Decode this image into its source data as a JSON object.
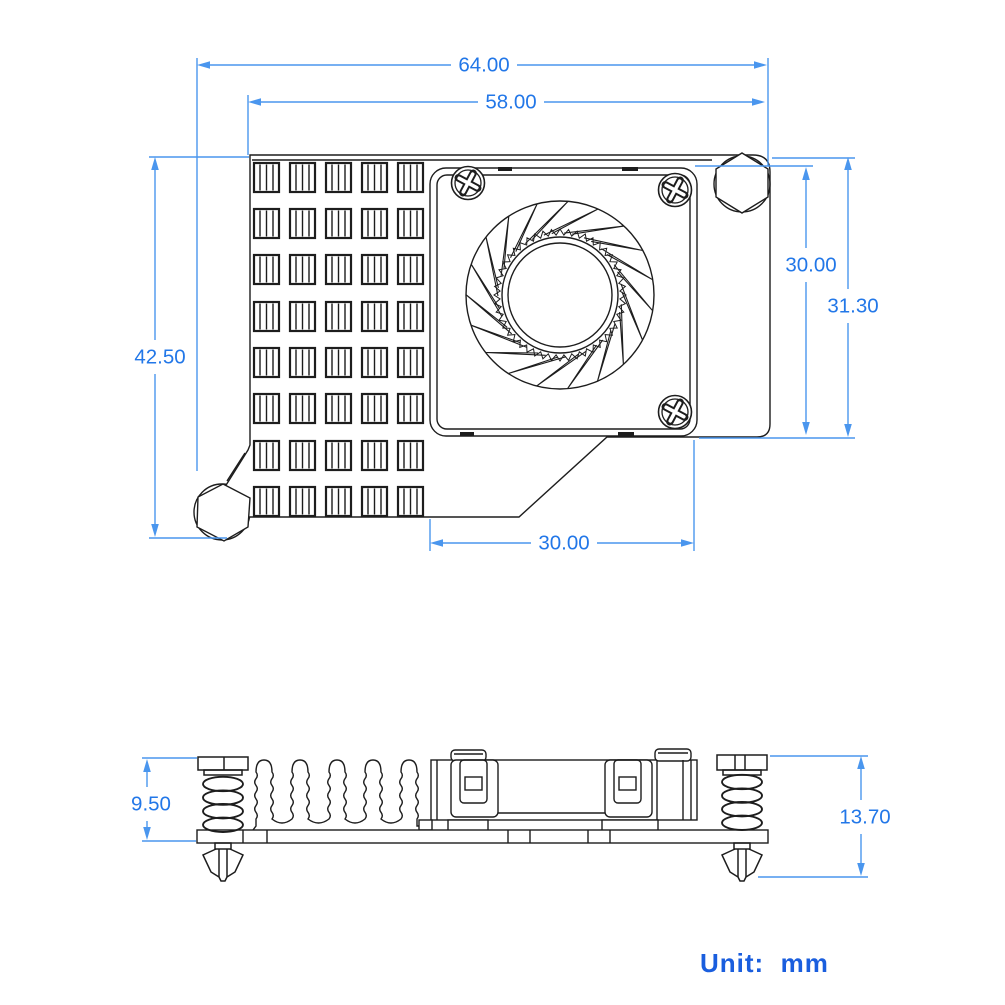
{
  "drawing": {
    "unit_label": "Unit:  mm",
    "dimensions": {
      "overall_width_mm": "64.00",
      "heatsink_width_mm": "58.00",
      "heatsink_height_mm": "42.50",
      "fan_mount_height_mm": "30.00",
      "right_edge_height_mm": "31.30",
      "fan_mount_width_mm": "30.00",
      "side_body_height_mm": "9.50",
      "side_overall_height_mm": "13.70"
    },
    "colors": {
      "dimension_text": "#2277e8",
      "dimension_line": "#4a96ee",
      "ink": "#1d1d1d",
      "unit_text": "#1a5ede",
      "background": "#ffffff"
    }
  }
}
